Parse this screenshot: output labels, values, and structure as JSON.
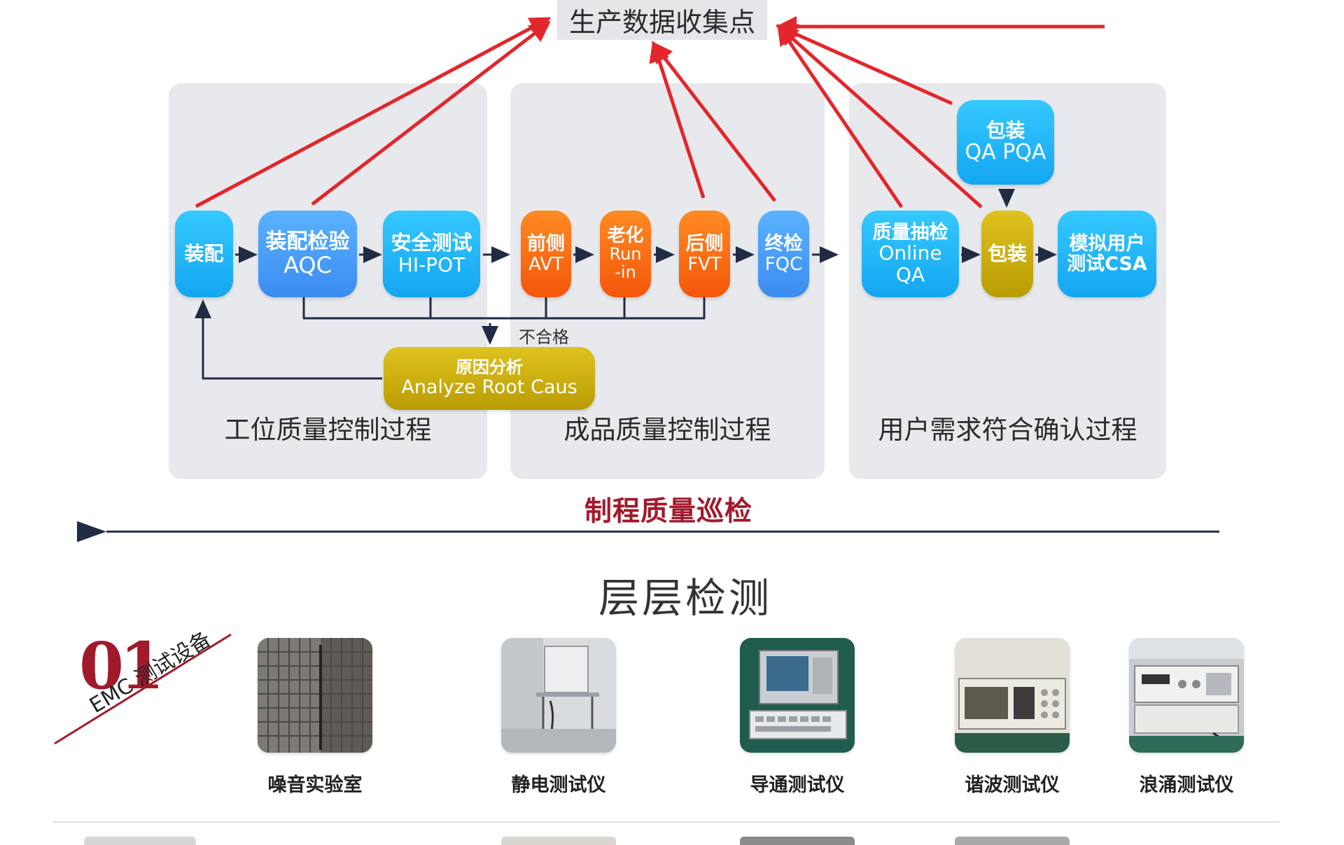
{
  "header": {
    "collect_point": "生产数据收集点"
  },
  "panels": [
    {
      "title": "工位质量控制过程"
    },
    {
      "title": "成品质量控制过程"
    },
    {
      "title": "用户需求符合确认过程"
    }
  ],
  "nodes": {
    "assembly": {
      "l1": "装配"
    },
    "aqc": {
      "l1": "装配检验",
      "l2": "AQC"
    },
    "hipot": {
      "l1": "安全测试",
      "l2": "HI-POT"
    },
    "avt": {
      "l1": "前侧",
      "l2": "AVT"
    },
    "runin": {
      "l1": "老化",
      "l2": "Run",
      "l3": "-in"
    },
    "fvt": {
      "l1": "后侧",
      "l2": "FVT"
    },
    "fqc": {
      "l1": "终检",
      "l2": "FQC"
    },
    "oqa": {
      "l1": "质量抽检",
      "l2": "Online",
      "l3": "QA"
    },
    "pack": {
      "l1": "包装"
    },
    "csa": {
      "l1": "模拟用户",
      "l2": "测试CSA"
    },
    "pqa": {
      "l1": "包装",
      "l2": "QA PQA"
    },
    "root_cause": {
      "l1": "原因分析",
      "l2": "Analyze Root Caus"
    }
  },
  "reject_label": "不合格",
  "patrol_label": "制程质量巡检",
  "section_title": "层层检测",
  "emc_badge": {
    "number": "01",
    "label": "EMC 测试设备"
  },
  "equipment": [
    {
      "label": "噪音实验室",
      "icon": "anechoic-chamber-photo"
    },
    {
      "label": "静电测试仪",
      "icon": "esd-tester-photo"
    },
    {
      "label": "导通测试仪",
      "icon": "continuity-tester-photo"
    },
    {
      "label": "谐波测试仪",
      "icon": "harmonic-tester-photo"
    },
    {
      "label": "浪涌测试仪",
      "icon": "surge-tester-photo"
    }
  ],
  "colors": {
    "data_arrow": "#e3262c",
    "flow_line": "#222b44",
    "patrol_text": "#a11a2b"
  }
}
